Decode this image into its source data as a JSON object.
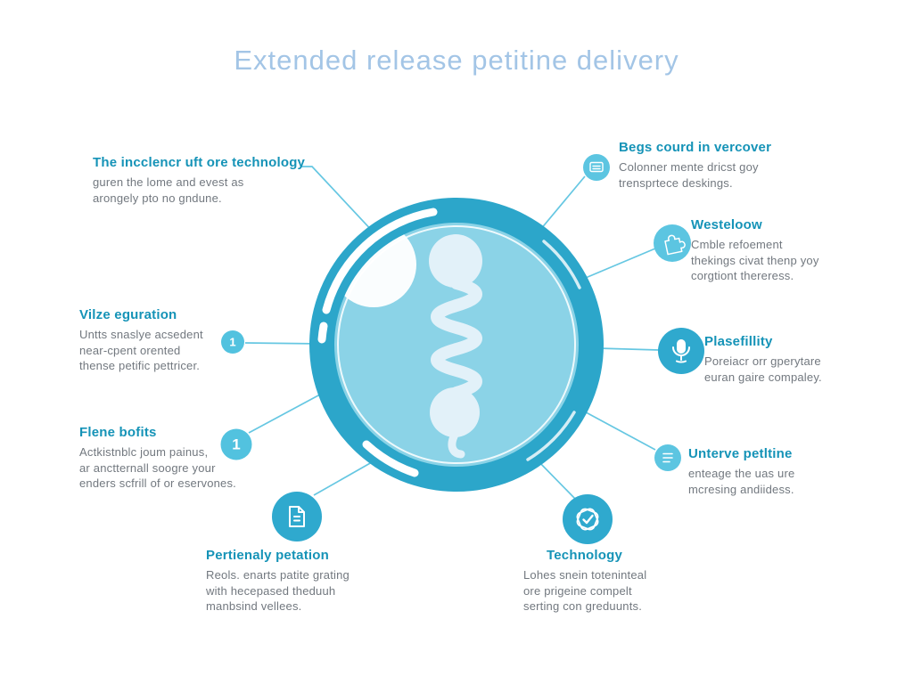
{
  "title": "Extended release petitine delivery",
  "callouts": [
    {
      "id": "core-technology",
      "heading": "The incclencr uft ore technology",
      "lines": [
        "guren the lome and evest as",
        "arongely pto no gndune."
      ]
    },
    {
      "id": "vilze-eguration",
      "heading": "Vilze eguration",
      "badge": "1",
      "lines": [
        "Untts snaslye acsedent",
        "near-cpent orented",
        "thense petific pettricer."
      ]
    },
    {
      "id": "flene-bofits",
      "heading": "Flene bofits",
      "badge": "1",
      "lines": [
        "Actkistnblc joum painus,",
        "ar anctternall soogre your",
        "enders scfrill of or eservones."
      ]
    },
    {
      "id": "pertienaly-petation",
      "heading": "Pertienaly petation",
      "icon": "document-icon",
      "lines": [
        "Reols. enarts patite grating",
        "with hecepased theduuh",
        "manbsind vellees."
      ]
    },
    {
      "id": "begs-courd-in-vercover",
      "heading": "Begs courd in vercover",
      "icon": "folder-icon",
      "lines": [
        "Colonner mente dricst goy",
        "trensprtece deskings."
      ]
    },
    {
      "id": "westeloow",
      "heading": "Westeloow",
      "icon": "puzzle-icon",
      "lines": [
        "Cmble refoement",
        "thekings civat thenp yoy",
        "corgtiont thereress."
      ]
    },
    {
      "id": "plasefillity",
      "heading": "Plasefillity",
      "icon": "microphone-icon",
      "lines": [
        "Poreiacr orr gperytare",
        "euran gaire compaley."
      ]
    },
    {
      "id": "unterve-petltine",
      "heading": "Unterve petltine",
      "icon": "list-icon",
      "lines": [
        "enteage the uas ure",
        "mcresing andiidess."
      ]
    },
    {
      "id": "technology",
      "heading": "Technology",
      "icon": "badge-check-icon",
      "lines": [
        "Lohes snein toteninteal",
        "ore prigeine compelt",
        "serting con greduunts."
      ]
    }
  ],
  "colors": {
    "ring": "#2ca6ca",
    "inner_fill": "#8bd3e7",
    "coil": "#e2f1f9",
    "icon_light": "#5cc5e1",
    "icon_dark": "#2fa9ce",
    "heading": "#1593b7",
    "body_text": "#72787f",
    "title": "#a3c5e6",
    "connector": "#66c7e2"
  }
}
